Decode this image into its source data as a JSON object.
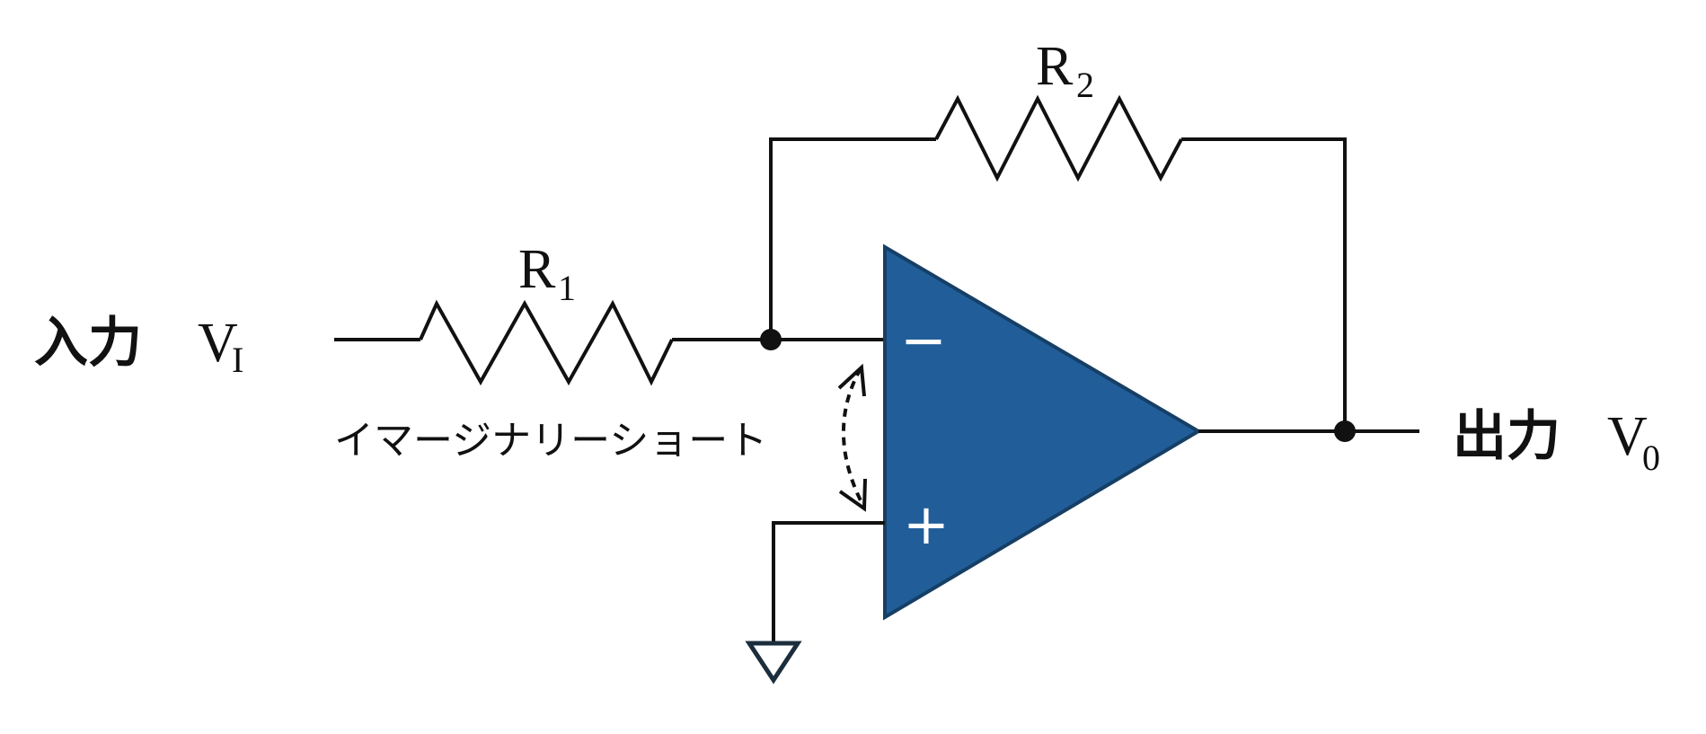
{
  "diagram": {
    "input_label_prefix": "入力",
    "input_label_symbol": "V",
    "input_label_sub": "I",
    "output_label_prefix": "出力",
    "output_label_symbol": "V",
    "output_label_sub": "0",
    "r1_symbol": "R",
    "r1_sub": "1",
    "r2_symbol": "R",
    "r2_sub": "2",
    "virtual_short_label": "イマージナリーショート",
    "inverting_sign": "−",
    "noninverting_sign": "+"
  },
  "colors": {
    "opamp_fill": "#215E99",
    "opamp_stroke": "#163f66",
    "wire": "#111111",
    "ground": "#1b2e3d"
  }
}
